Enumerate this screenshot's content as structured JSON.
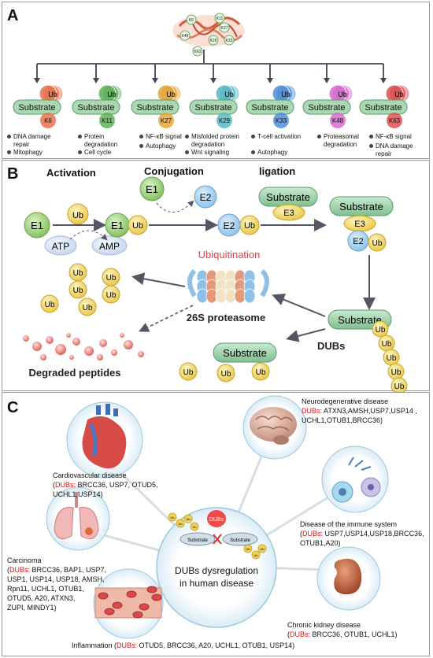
{
  "panelA": {
    "label": "A",
    "linkages": [
      "K6",
      "K11",
      "K27",
      "K29",
      "K33",
      "K48",
      "K63"
    ],
    "substrate_label": "Substrate",
    "ub_label": "Ub",
    "colors": [
      "#e8734f",
      "#5fb35a",
      "#e9a43a",
      "#5ab8c8",
      "#4f8fd8",
      "#d66bd0",
      "#e05050"
    ],
    "functions": [
      [
        "DNA damage repair",
        "Mitophagy"
      ],
      [
        "Protein degradation",
        "Cell cycle"
      ],
      [
        "NF-κB signal",
        "Autophagy"
      ],
      [
        "Misfolded protein degradation",
        "Wnt signaling"
      ],
      [
        "T-cell activation",
        "Autophagy"
      ],
      [
        "Proteasomal degradation"
      ],
      [
        "NF-κB signal",
        "DNA damage repair"
      ]
    ]
  },
  "panelB": {
    "label": "B",
    "stages": {
      "activation": "Activation",
      "conjugation": "Conjugation",
      "ligation": "ligation"
    },
    "e1": "E1",
    "e2": "E2",
    "e3": "E3",
    "ub": "Ub",
    "atp": "ATP",
    "amp": "AMP",
    "substrate": "Substrate",
    "ubiquitination": "Ubiquitination",
    "proteasome": "26S proteasome",
    "degraded": "Degraded peptides",
    "dubs": "DUBs"
  },
  "panelC": {
    "label": "C",
    "center_title_1": "DUBs dysregulation",
    "center_title_2": "in human disease",
    "center_dubs": "DUBs",
    "center_substrate": "Substrate",
    "dubs_prefix": "DUBs:",
    "diseases": {
      "neuro": {
        "title": "Neurodegenerative disease",
        "line1": " ATXN3,AMSH,USP7,USP14 ,",
        "line2": "UCHL1,OTUB1,BRCC36)"
      },
      "cardio": {
        "title": "Cardiovascular disease",
        "line1": " BRCC36, USP7, OTUD5,",
        "line2": "UCHL1,USP14)"
      },
      "immune": {
        "title": "Disease of the immune system",
        "line1": " USP7,USP14,USP18,BRCC36,",
        "line2": "OTUB1,A20)"
      },
      "carcinoma": {
        "title": "Carcinoma",
        "line1": " BRCC36, BAP1, USP7,",
        "lines": [
          "USP1, USP14, USP18, AMSH,",
          "Rpn11, UCHL1, OTUB1,",
          "OTUD5, A20, ATXN3,",
          "ZUPI, MINDY1)"
        ]
      },
      "kidney": {
        "title": "Chronic kidney disease",
        "line1": " BRCC36, OTUB1, UCHL1)"
      },
      "inflammation": {
        "title": "Inflammation",
        "line1": " OTUD5, BRCC36, A20, UCHL1, OTUB1, USP14)"
      }
    }
  }
}
